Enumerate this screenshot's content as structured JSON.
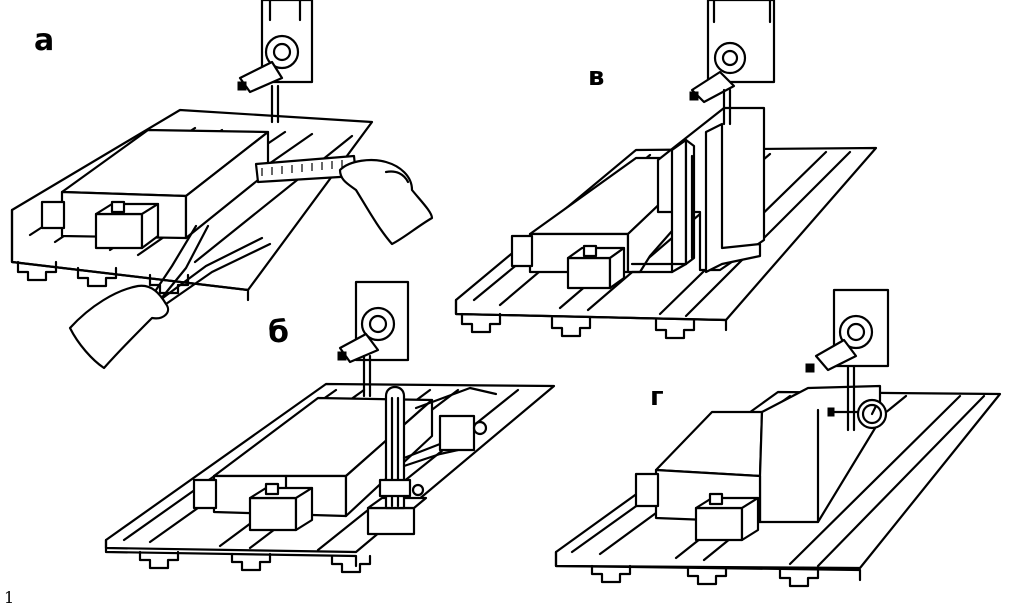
{
  "figure": {
    "panel_labels": {
      "a": "а",
      "b": "б",
      "v": "в",
      "g": "г"
    },
    "page_number": "1"
  }
}
